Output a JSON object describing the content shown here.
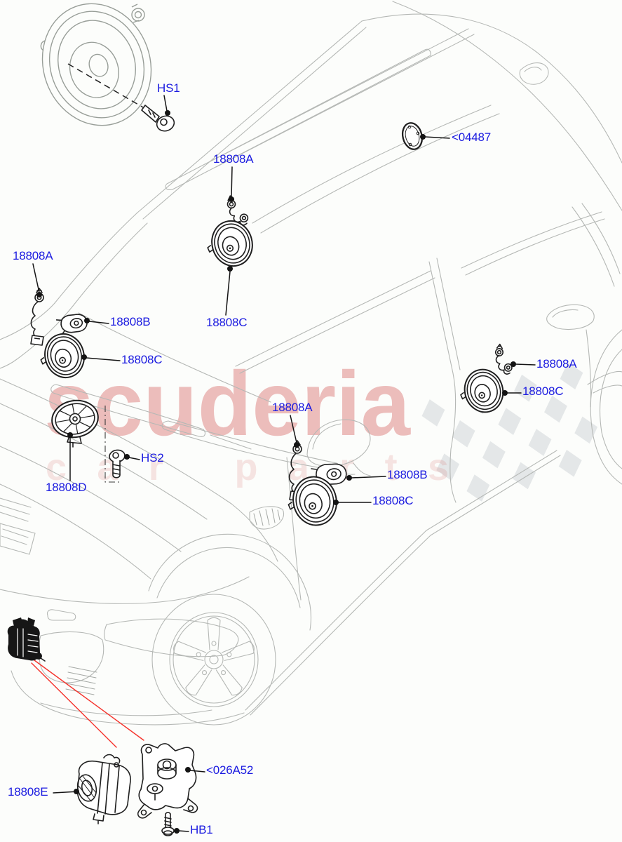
{
  "watermark": {
    "brand": "scuderia",
    "tagline": "car parts"
  },
  "colors": {
    "label_blue": "#1b1be0",
    "car_line_gray": "#b5b8b5",
    "part_line_black": "#1f1f1f",
    "pointer_red": "#f5322b",
    "watermark_red": "#d45c5c"
  },
  "callouts": [
    {
      "id": "hs1-screw",
      "text": "HS1"
    },
    {
      "id": "roof-harness-clip",
      "text": "18808A"
    },
    {
      "id": "roof-speaker",
      "text": "18808C"
    },
    {
      "id": "roof-grommet",
      "text": "<04487"
    },
    {
      "id": "apillar-harness",
      "text": "18808A"
    },
    {
      "id": "apillar-tweeter",
      "text": "18808B"
    },
    {
      "id": "apillar-speaker",
      "text": "18808C"
    },
    {
      "id": "cowl-speaker",
      "text": "18808D"
    },
    {
      "id": "hs2-screw",
      "text": "HS2"
    },
    {
      "id": "mirror-harness",
      "text": "18808A"
    },
    {
      "id": "door-tweeter",
      "text": "18808B"
    },
    {
      "id": "front-door-speaker",
      "text": "18808C"
    },
    {
      "id": "rear-door-harness",
      "text": "18808A"
    },
    {
      "id": "rear-door-speaker",
      "text": "18808C"
    },
    {
      "id": "front-sounder",
      "text": "18808E"
    },
    {
      "id": "sounder-bracket",
      "text": "<026A52"
    },
    {
      "id": "hb1-bolt",
      "text": "HB1"
    }
  ]
}
